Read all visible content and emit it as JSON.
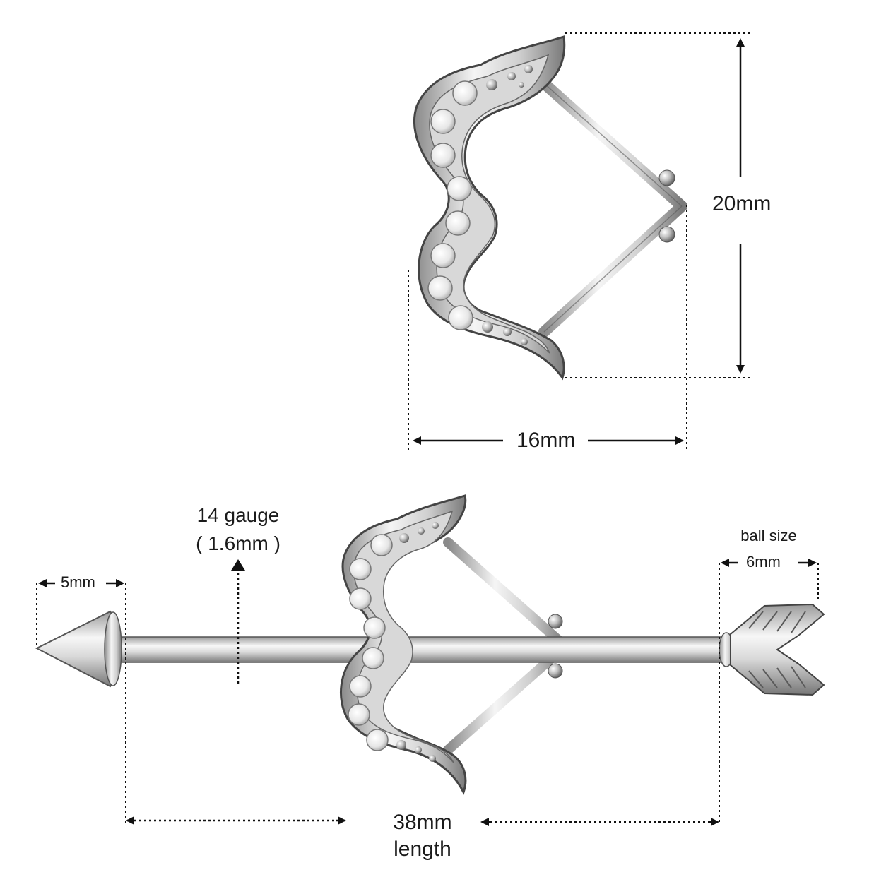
{
  "labels": {
    "height": "20mm",
    "width": "16mm",
    "gauge_line1": "14 gauge",
    "gauge_line2": "( 1.6mm )",
    "spike": "5mm",
    "ball_size_line1": "ball size",
    "ball_size_line2": "6mm",
    "length_line1": "38mm",
    "length_line2": "length"
  },
  "colors": {
    "metal_light": "#f4f4f4",
    "metal_mid": "#cfcfcf",
    "metal_dark": "#7a7a7a",
    "outline": "#4a4a4a",
    "line": "#111111"
  },
  "icons": {
    "top_item": "bow-shield-icon",
    "bottom_item": "bow-and-arrow-barbell-icon"
  }
}
